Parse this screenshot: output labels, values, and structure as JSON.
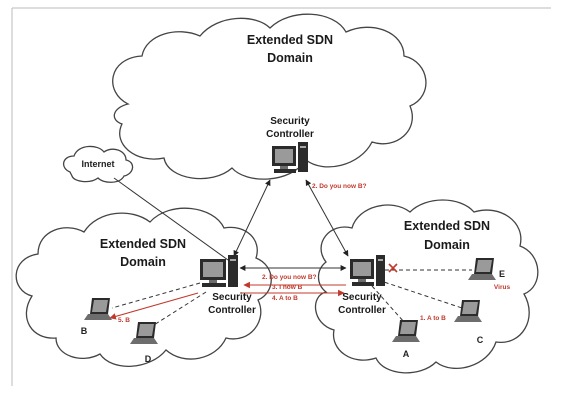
{
  "domains": {
    "top": {
      "title_line1": "Extended SDN",
      "title_line2": "Domain"
    },
    "left": {
      "title_line1": "Extended SDN",
      "title_line2": "Domain"
    },
    "right": {
      "title_line1": "Extended SDN",
      "title_line2": "Domain"
    }
  },
  "internet": {
    "label": "Internet"
  },
  "controllers": {
    "top": {
      "line1": "Security",
      "line2": "Controller"
    },
    "left": {
      "line1": "Security",
      "line2": "Controller"
    },
    "right": {
      "line1": "Security",
      "line2": "Controller"
    }
  },
  "messages": {
    "top_right": "2. Do you now B?",
    "middle_1": "2. Do you now B?",
    "middle_3": "3. I now B",
    "middle_4": "4. A to B",
    "left_5": "5. B",
    "right_1": "1. A to B",
    "virus": "Virus"
  },
  "hosts": {
    "b": "B",
    "d": "D",
    "a": "A",
    "c": "C",
    "e": "E"
  },
  "colors": {
    "message": "#c0392b",
    "line": "#333333",
    "cloud_stroke": "#444444"
  }
}
